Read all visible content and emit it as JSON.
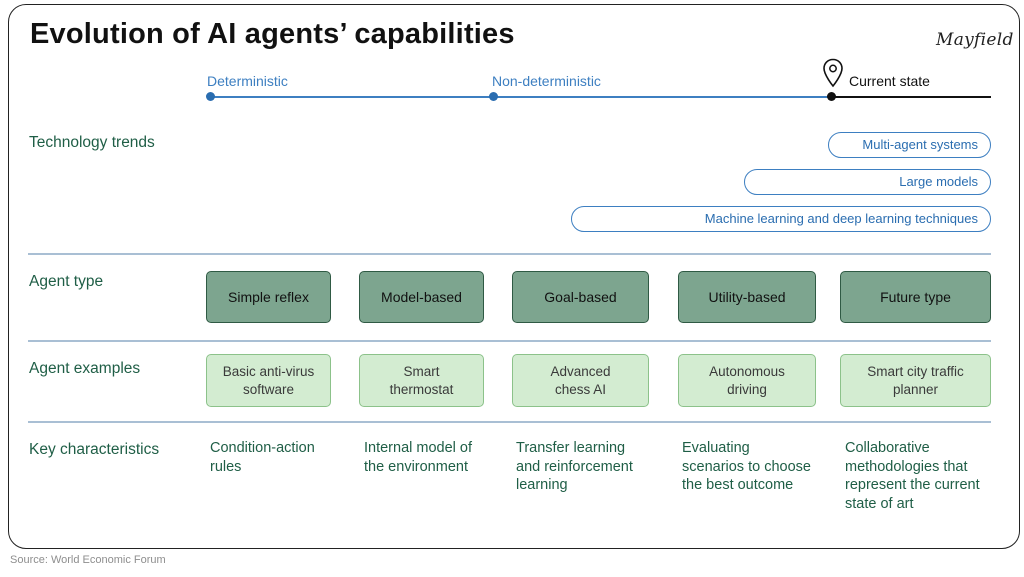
{
  "title": "Evolution of AI agents’ capabilities",
  "logo": "Mayfield",
  "timeline": {
    "phases": [
      "Deterministic",
      "Non-deterministic"
    ],
    "current_state": "Current state",
    "icon": "location-pin-icon"
  },
  "rows": {
    "technology_trends": "Technology trends",
    "agent_type": "Agent type",
    "agent_examples": "Agent examples",
    "key_characteristics": "Key characteristics"
  },
  "trends": [
    "Multi-agent systems",
    "Large models",
    "Machine learning and deep learning techniques"
  ],
  "agents": [
    {
      "type": "Simple reflex",
      "example": "Basic anti-virus\nsoftware",
      "characteristic": "Condition-action\nrules"
    },
    {
      "type": "Model-based",
      "example": "Smart\nthermostat",
      "characteristic": "Internal model of\nthe environment"
    },
    {
      "type": "Goal-based",
      "example": "Advanced\nchess AI",
      "characteristic": "Transfer learning\nand reinforcement\nlearning"
    },
    {
      "type": "Utility-based",
      "example": "Autonomous\ndriving",
      "characteristic": "Evaluating\nscenarios to choose\nthe best outcome"
    },
    {
      "type": "Future type",
      "example": "Smart city traffic\nplanner",
      "characteristic": "Collaborative\nmethodologies  that\nrepresent the current\nstate of art"
    }
  ],
  "source": "Source: World Economic Forum",
  "colors": {
    "title": "#111111",
    "accent_blue": "#3d7fc1",
    "label_green": "#1f5e46",
    "type_fill": "#7da58f",
    "example_fill": "#d3ecd1"
  }
}
